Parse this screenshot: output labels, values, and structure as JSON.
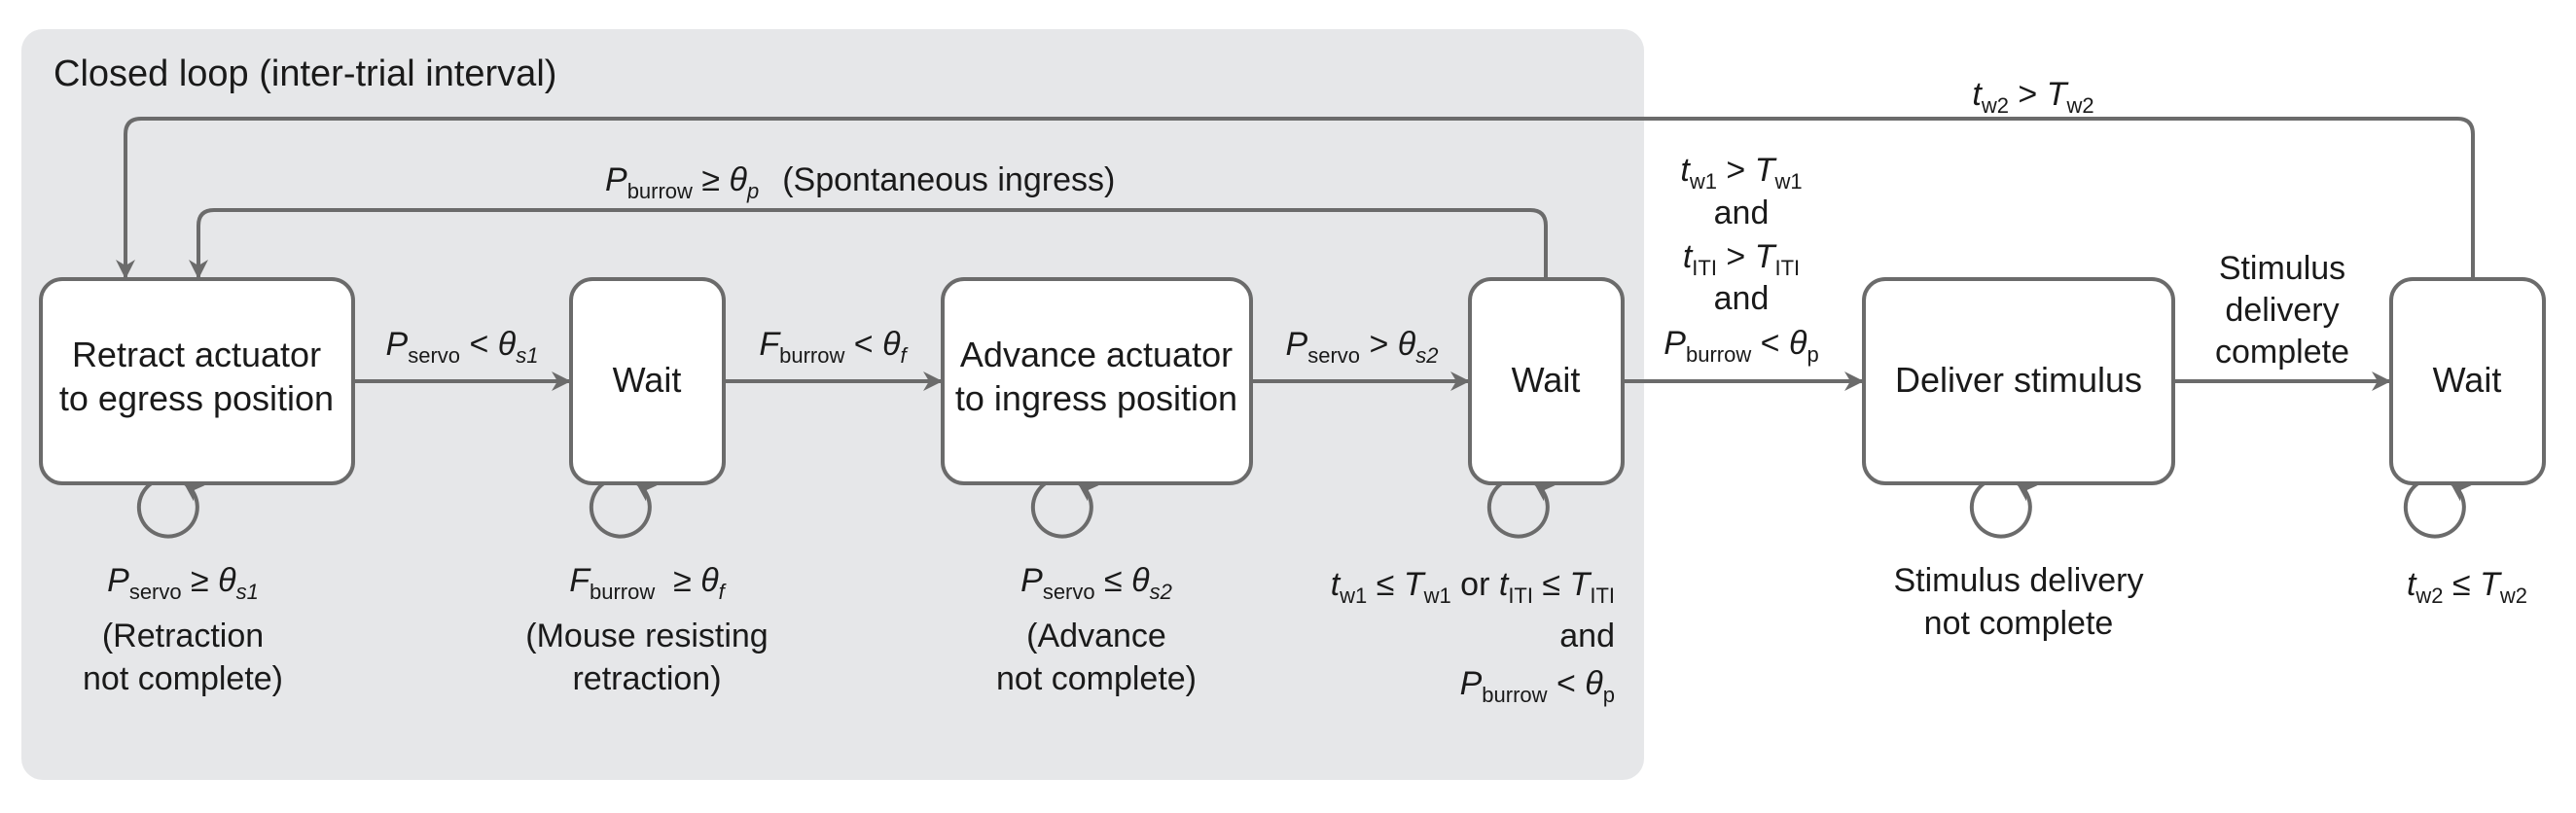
{
  "region": {
    "title": "Closed loop (inter-trial interval)",
    "color": "#e6e7e9"
  },
  "colors": {
    "stroke": "#6b6b6b",
    "text": "#1a1a1a",
    "node_fill": "#ffffff"
  },
  "nodes": {
    "retract": {
      "line1": "Retract actuator",
      "line2": "to egress position"
    },
    "wait1": {
      "label": "Wait"
    },
    "advance": {
      "line1": "Advance actuator",
      "line2": "to ingress position"
    },
    "wait2": {
      "label": "Wait"
    },
    "deliver": {
      "label": "Deliver stimulus"
    },
    "wait3": {
      "label": "Wait"
    }
  },
  "transitions": {
    "retract_to_wait1": {
      "sym": "P",
      "sub": "servo",
      "op": " < ",
      "theta": "θ",
      "tsub": "s1"
    },
    "wait1_to_advance": {
      "sym": "F",
      "sub": "burrow",
      "op": " < ",
      "theta": "θ",
      "tsub": "f"
    },
    "advance_to_wait2": {
      "sym": "P",
      "sub": "servo",
      "op": " > ",
      "theta": "θ",
      "tsub": "s2"
    },
    "wait2_to_deliver": {
      "row1": {
        "sym": "t",
        "sub": "w1",
        "op": " > ",
        "sym2": "T",
        "sub2": "w1"
      },
      "and1": "and",
      "row2": {
        "sym": "t",
        "sub": "ITI",
        "op": " > ",
        "sym2": "T",
        "sub2": "ITI"
      },
      "and2": "and",
      "row3": {
        "sym": "P",
        "sub": "burrow",
        "op": " < ",
        "sym2": "θ",
        "sub2": "p"
      }
    },
    "deliver_to_wait3": {
      "line1": "Stimulus",
      "line2": "delivery",
      "line3": "complete"
    },
    "wait3_to_retract": {
      "sym": "t",
      "sub": "w2",
      "op": " > ",
      "sym2": "T",
      "sub2": "w2"
    },
    "wait2_to_retract": {
      "sym": "P",
      "sub": "burrow",
      "op": " ≥ ",
      "theta": "θ",
      "tsub": "p",
      "note": "(Spontaneous ingress)"
    }
  },
  "self_loops": {
    "retract": {
      "sym": "P",
      "sub": "servo",
      "op": " ≥ ",
      "theta": "θ",
      "tsub": "s1",
      "line2": "(Retraction",
      "line3": "not complete)"
    },
    "wait1": {
      "sym": "F",
      "sub": "burrow",
      "op": "  ≥ ",
      "theta": "θ",
      "tsub": "f",
      "line2": "(Mouse resisting",
      "line3": "retraction)"
    },
    "advance": {
      "sym": "P",
      "sub": "servo",
      "op": " ≤ ",
      "theta": "θ",
      "tsub": "s2",
      "line2": "(Advance",
      "line3": "not complete)"
    },
    "wait2": {
      "row1": {
        "a": "t",
        "asub": "w1",
        "op1": " ≤ ",
        "b": "T",
        "bsub": "w1",
        "or": " or ",
        "c": "t",
        "csub": "ITI",
        "op2": " ≤ ",
        "d": "T",
        "dsub": "ITI"
      },
      "and": "and",
      "row3": {
        "sym": "P",
        "sub": "burrow",
        "op": " < ",
        "sym2": "θ",
        "sub2": "p"
      }
    },
    "deliver": {
      "line1": "Stimulus delivery",
      "line2": "not complete"
    },
    "wait3": {
      "sym": "t",
      "sub": "w2",
      "op": " ≤ ",
      "sym2": "T",
      "sub2": "w2"
    }
  }
}
